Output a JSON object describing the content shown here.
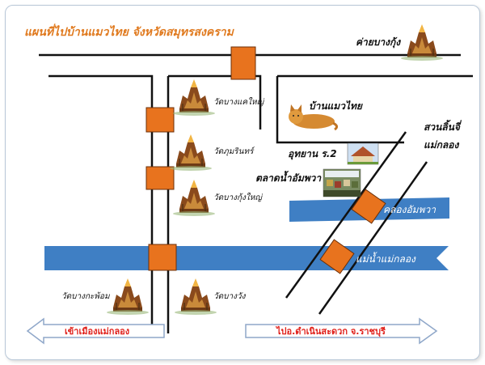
{
  "title": "แผนที่ไปบ้านแมวไทย จังหวัดสมุทรสงคราม",
  "landmarks": {
    "khai_bang_kung": "ค่ายบางกุ้ง",
    "wat_bang_khae_yai": "วัดบางแคใหญ่",
    "wat_phumarin": "วัดภุมรินทร์",
    "wat_bang_kung_yai": "วัดบางกุ้งใหญ่",
    "wat_bang_kaphom": "วัดบางกะพ้อม",
    "wat_bang_wang": "วัดบางวัง",
    "ban_maew_thai": "บ้านแมวไทย",
    "park_r2": "อุทยาน ร.2",
    "floating_market": "ตลาดน้ำอัมพวา",
    "suan_linchi": "สวนลิ้นจี่",
    "mae_klong_station": "แม่กลอง"
  },
  "waterways": {
    "khlong_amphawa": "คลองอัมพวา",
    "mae_klong_river": "แม่น้ำแม่กลอง"
  },
  "directions": {
    "left": "เข้าเมืองแม่กลอง",
    "right": "ไปอ.ดำเนินสะดวก จ.ราชบุรี"
  },
  "colors": {
    "road": "#111111",
    "bridge": "#e8731e",
    "water": "#3f7fc4",
    "title": "#e07a1f",
    "arrow_text": "#e0201a",
    "arrow_outline": "#8fa7c9"
  },
  "icons": {
    "temple": "temple-icon",
    "cat": "cat-icon",
    "park": "palace-photo-icon",
    "market": "market-photo-icon"
  }
}
